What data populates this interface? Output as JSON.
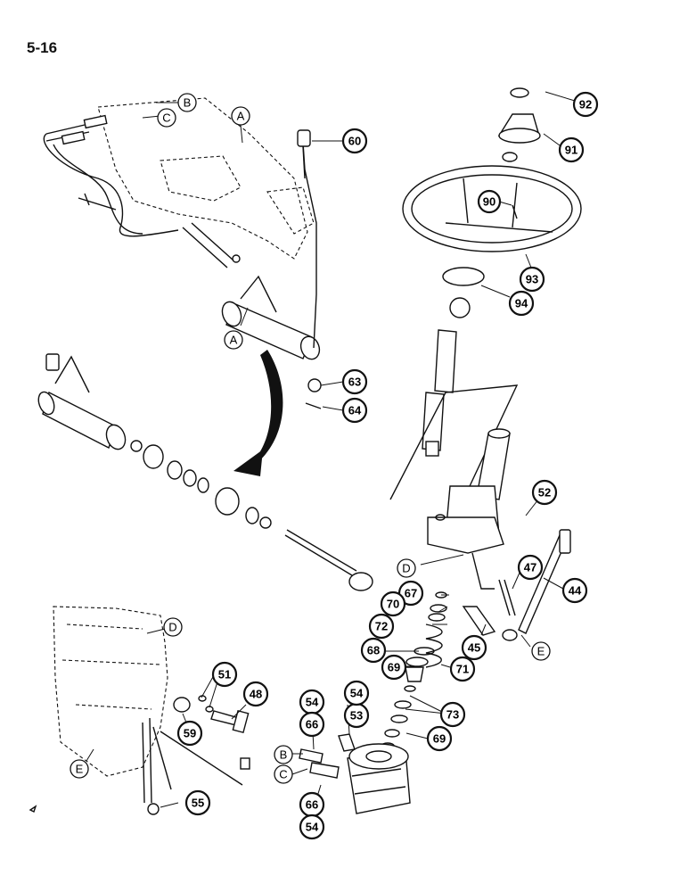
{
  "page_number": "5-16",
  "callouts": [
    "92",
    "91",
    "90",
    "93",
    "94",
    "60",
    "63",
    "64",
    "52",
    "47",
    "44",
    "45",
    "67",
    "70",
    "72",
    "68",
    "71",
    "69",
    "73",
    "69",
    "51",
    "48",
    "59",
    "54",
    "66",
    "53",
    "54",
    "66",
    "54",
    "55"
  ],
  "letters": [
    "B",
    "C",
    "A",
    "A",
    "D",
    "D",
    "E",
    "E",
    "B",
    "C"
  ]
}
